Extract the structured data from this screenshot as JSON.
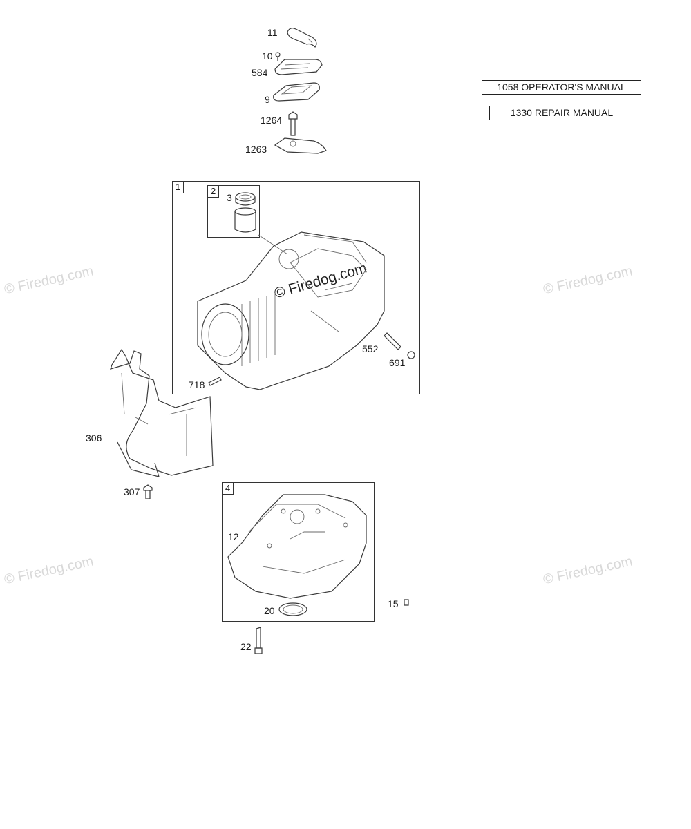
{
  "manuals": [
    {
      "label": "1058 OPERATOR'S MANUAL"
    },
    {
      "label": "1330 REPAIR MANUAL"
    }
  ],
  "boxes": {
    "cylinder_assembly": "1",
    "sleeve_kit": "2",
    "sump_assembly": "4"
  },
  "parts": {
    "p11": "11",
    "p10": "10",
    "p584": "584",
    "p9": "9",
    "p1264": "1264",
    "p1263": "1263",
    "p3": "3",
    "p552": "552",
    "p691": "691",
    "p718": "718",
    "p306": "306",
    "p307": "307",
    "p12": "12",
    "p20": "20",
    "p15": "15",
    "p22": "22"
  },
  "watermark": {
    "text": "© Firedog.com",
    "center_text": "© Firedog.com"
  }
}
